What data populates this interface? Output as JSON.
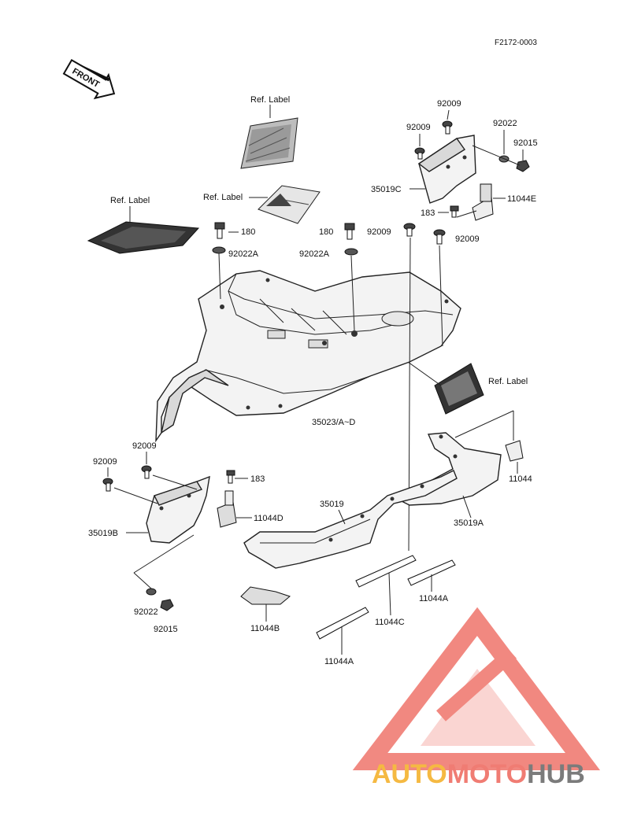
{
  "diagram_code": "F2172-0003",
  "front_arrow": "FRONT",
  "ref_labels": {
    "top": "Ref. Label",
    "left": "Ref. Label",
    "mid": "Ref. Label",
    "right": "Ref. Label"
  },
  "parts": {
    "p92009_top1": "92009",
    "p92009_top2": "92009",
    "p92022_top": "92022",
    "p92015_top": "92015",
    "p35019C": "35019C",
    "p11044E": "11044E",
    "p183_top": "183",
    "p180_left": "180",
    "p180_mid": "180",
    "p92009_mid1": "92009",
    "p92009_mid2": "92009",
    "p92022A_left": "92022A",
    "p92022A_mid": "92022A",
    "p35023": "35023/A~D",
    "p92009_left1": "92009",
    "p92009_left2": "92009",
    "p183_left": "183",
    "p11044D": "11044D",
    "p35019B": "35019B",
    "p92022_bot": "92022",
    "p92015_bot": "92015",
    "p35019": "35019",
    "p35019A": "35019A",
    "p11044": "11044",
    "p11044B": "11044B",
    "p11044C": "11044C",
    "p11044A_right": "11044A",
    "p11044A_bot": "11044A"
  },
  "watermark": {
    "auto": "AUTO",
    "moto": "MOTO",
    "hub": "HUB",
    "color_orange": "#f5b942",
    "color_red": "#f07c73",
    "color_gray": "#7b7b7b"
  }
}
